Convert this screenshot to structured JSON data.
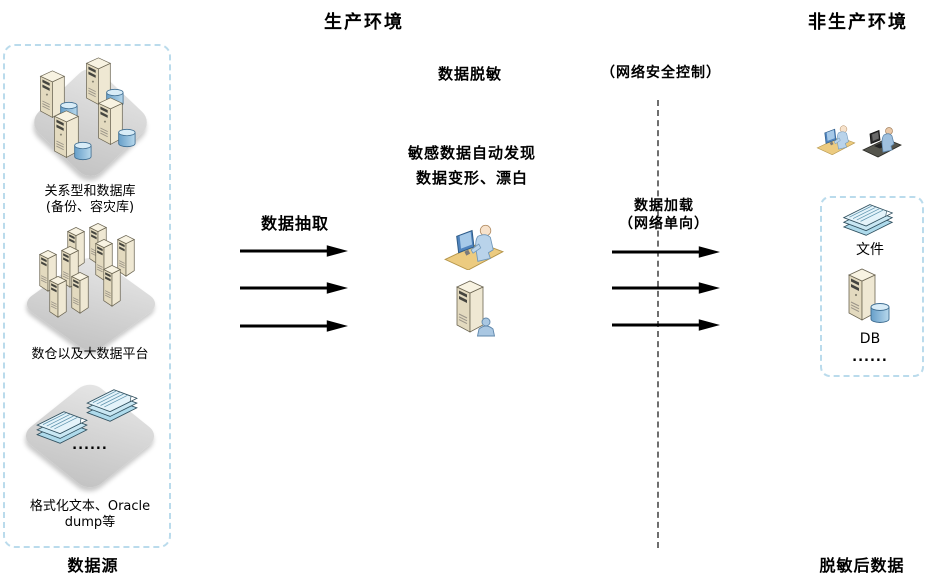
{
  "titles": {
    "production": "生产环境",
    "non_production": "非生产环境"
  },
  "source_panel": {
    "caption": "数据源",
    "group_relational": {
      "label_line1": "关系型和数据库",
      "label_line2": "(备份、容灾库)"
    },
    "group_warehouse": {
      "label": "数仓以及大数据平台"
    },
    "group_files": {
      "dots": "......",
      "label_line1": "格式化文本、Oracle",
      "label_line2": "dump等"
    }
  },
  "extract": {
    "label": "数据抽取"
  },
  "masking": {
    "title": "数据脱敏",
    "feature1": "敏感数据自动发现",
    "feature2": "数据变形、漂白"
  },
  "network": {
    "control_label": "（网络安全控制）",
    "load_line1": "数据加载",
    "load_line2": "（网络单向）"
  },
  "result_panel": {
    "file_label": "文件",
    "db_label": "DB",
    "dots": "......",
    "caption": "脱敏后数据"
  },
  "colors": {
    "panel_border": "#badbec",
    "divider": "#6e6e6e",
    "arrow": "#000000"
  }
}
